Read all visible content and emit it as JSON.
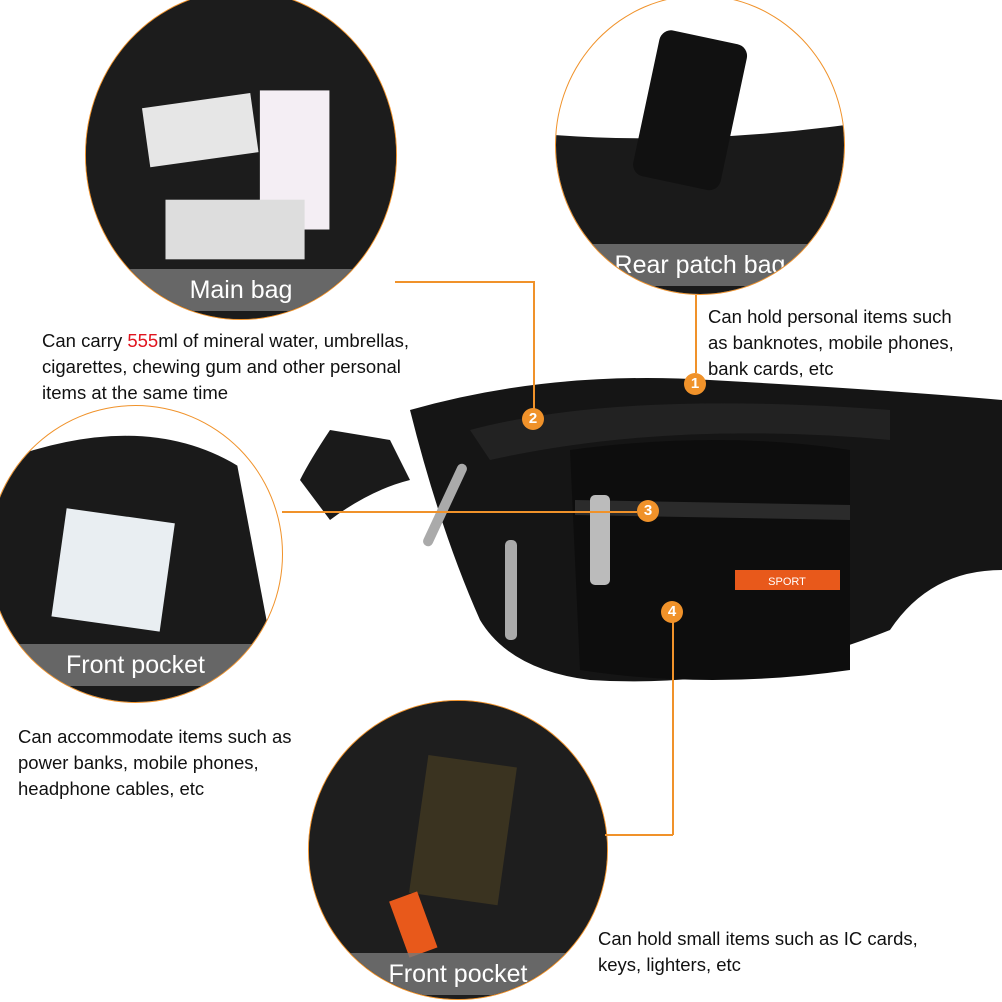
{
  "callouts": [
    {
      "number": "1",
      "title": "Rear patch bag",
      "description_lines": [
        "Can hold personal items such",
        "as banknotes, mobile phones,",
        "bank cards, etc"
      ]
    },
    {
      "number": "2",
      "title": "Main bag",
      "description_prefix": "Can carry ",
      "description_highlight": "555",
      "description_suffix": "ml of mineral water, umbrellas,",
      "description_lines": [
        "cigarettes, chewing gum and other personal",
        "items at the same time"
      ]
    },
    {
      "number": "3",
      "title": "Front pocket",
      "description_lines": [
        "Can accommodate items such as",
        "power banks, mobile phones,",
        "headphone cables, etc"
      ]
    },
    {
      "number": "4",
      "title": "Front pocket",
      "description_lines": [
        "Can hold small items such as IC cards,",
        "keys, lighters, etc"
      ]
    }
  ],
  "product": {
    "badge": "SPORT"
  },
  "colors": {
    "accent": "#f0922a",
    "highlight": "#e0141e",
    "band": "#787878"
  }
}
